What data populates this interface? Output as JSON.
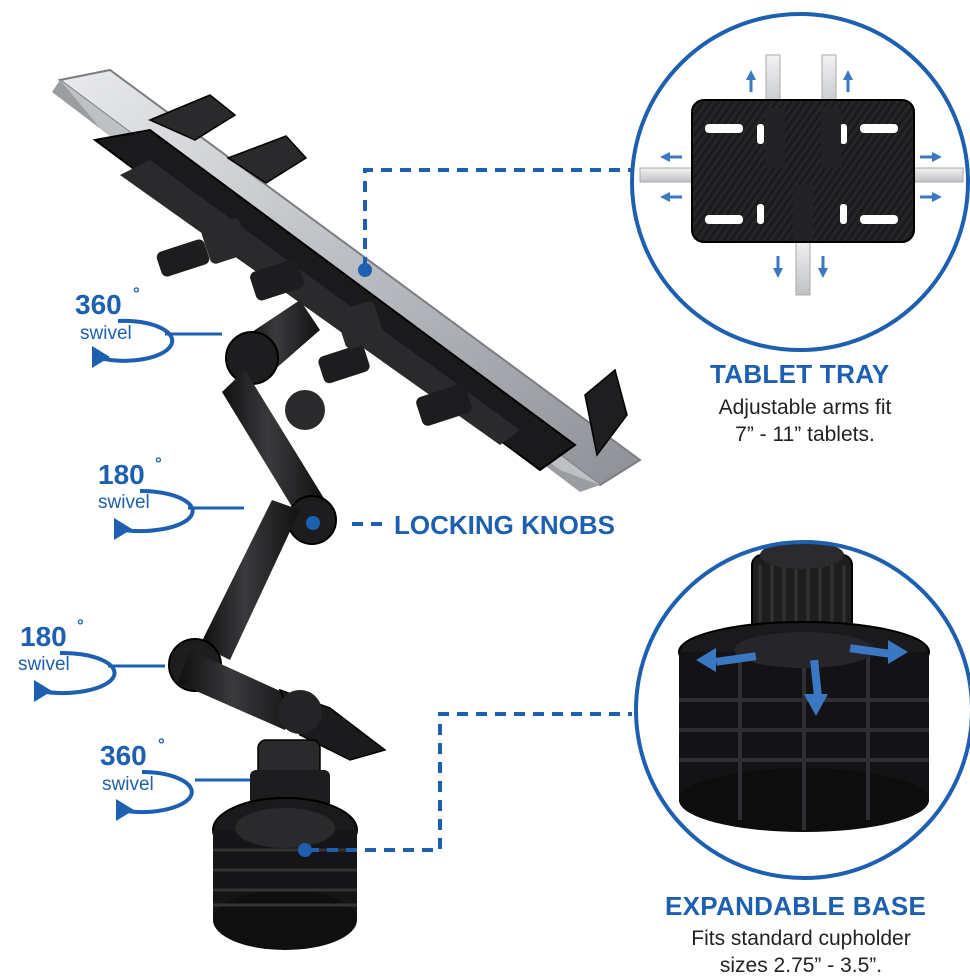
{
  "colors": {
    "accent_blue": "#1d5fb0",
    "text_dark": "#222222",
    "product_black": "#1c1c1e",
    "tablet_silver": "#c9cbcf"
  },
  "swivels": [
    {
      "degrees": "360",
      "unit": "°",
      "label": "swivel"
    },
    {
      "degrees": "180",
      "unit": "°",
      "label": "swivel"
    },
    {
      "degrees": "180",
      "unit": "°",
      "label": "swivel"
    },
    {
      "degrees": "360",
      "unit": "°",
      "label": "swivel"
    }
  ],
  "locking_knobs": {
    "title": "LOCKING KNOBS"
  },
  "tablet_tray": {
    "title": "TABLET TRAY",
    "desc_line1": "Adjustable arms fit",
    "desc_line2": "7” - 11” tablets."
  },
  "expandable_base": {
    "title": "EXPANDABLE BASE",
    "desc_line1": "Fits standard cupholder",
    "desc_line2": "sizes 2.75” - 3.5”."
  }
}
